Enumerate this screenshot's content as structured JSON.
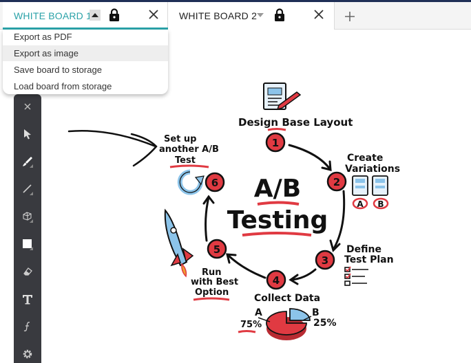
{
  "tabs": [
    {
      "label": "WHITE BOARD 1",
      "active": true
    },
    {
      "label": "WHITE BOARD 2",
      "active": false
    }
  ],
  "menu": {
    "items": [
      {
        "label": "Export as PDF"
      },
      {
        "label": "Export as image",
        "highlighted": true
      },
      {
        "label": "Save board to storage"
      },
      {
        "label": "Load board from storage"
      }
    ]
  },
  "toolbar": {
    "tools": [
      "close-icon",
      "pointer-icon",
      "brush-icon",
      "line-icon",
      "shape-icon",
      "color-square-icon",
      "eraser-icon",
      "text-icon",
      "function-icon",
      "settings-icon"
    ]
  },
  "board": {
    "title_line1": "A/B",
    "title_line2": "Testing",
    "step1": "Design Base Layout",
    "step2_line1": "Create",
    "step2_line2": "Variations",
    "step3_line1": "Define",
    "step3_line2": "Test Plan",
    "step4": "Collect Data",
    "step5_line1": "Run",
    "step5_line2": "with Best",
    "step5_line3": "Option",
    "step6_line1": "Set up",
    "step6_line2": "another A/B",
    "step6_line3": "Test",
    "n1": "1",
    "n2": "2",
    "n3": "3",
    "n4": "4",
    "n5": "5",
    "n6": "6",
    "variant_a": "A",
    "variant_b": "B",
    "pie_label_a": "A",
    "pie_label_b": "B",
    "pie_pct_a": "75%",
    "pie_pct_b": "25%"
  },
  "colors": {
    "accent": "#2aa2a8",
    "toolbar": "#393a3f",
    "marker_red": "#e03a42"
  }
}
